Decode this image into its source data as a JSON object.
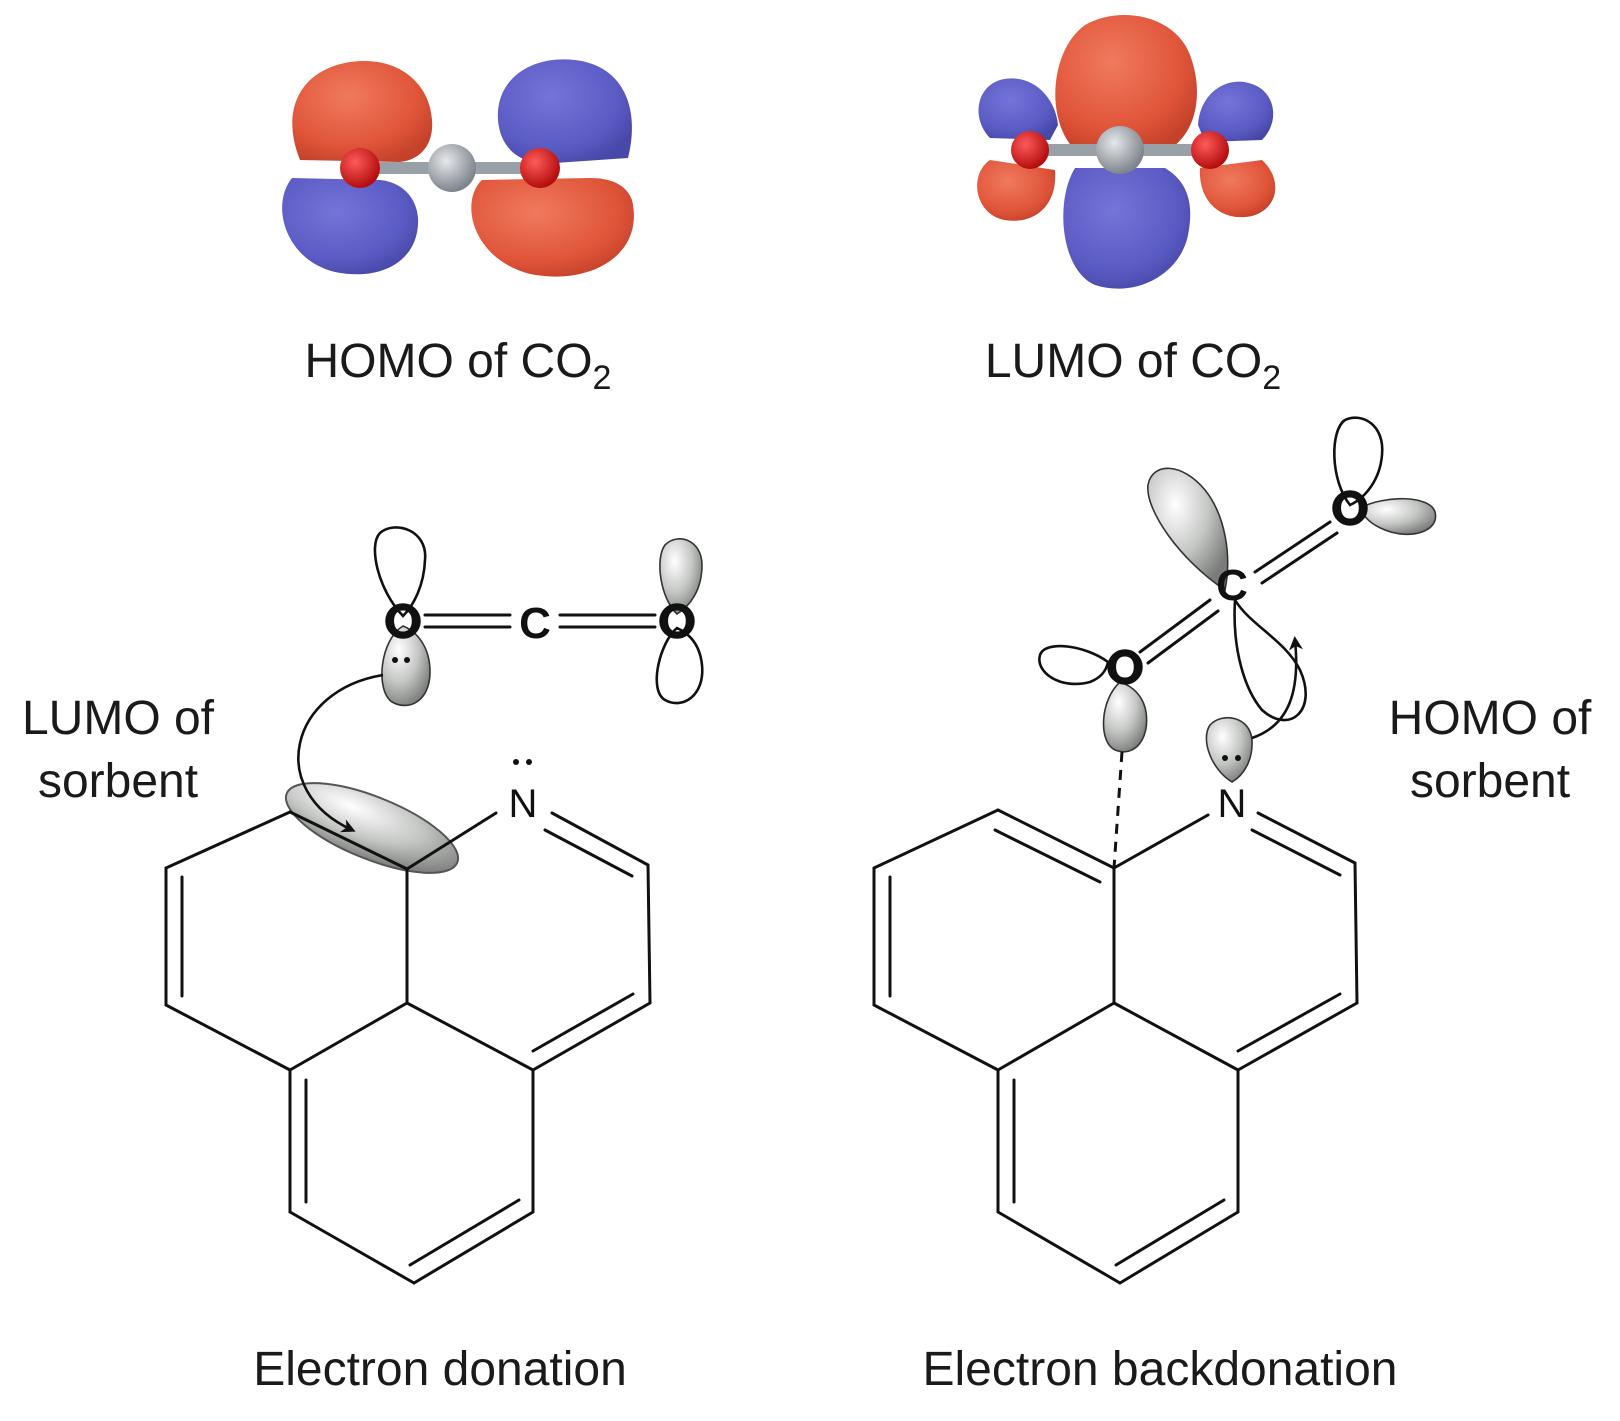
{
  "labels": {
    "homo_co2_prefix": "HOMO of CO",
    "homo_co2_sub": "2",
    "lumo_co2_prefix": "LUMO of CO",
    "lumo_co2_sub": "2",
    "lumo_sorbent_line1": "LUMO of",
    "lumo_sorbent_line2": "sorbent",
    "homo_sorbent_line1": "HOMO of",
    "homo_sorbent_line2": "sorbent",
    "electron_donation": "Electron donation",
    "electron_backdonation": "Electron backdonation"
  },
  "atoms": {
    "oxygen": "O",
    "carbon": "C",
    "nitrogen": "N"
  },
  "colors": {
    "orbital_red": "#e0553a",
    "orbital_blue": "#5b5bc4",
    "oxygen_atom": "#cc1a1a",
    "carbon_atom": "#9aa0a8",
    "bond_line": "#111111",
    "lobe_grey": "#a8aaa8"
  }
}
